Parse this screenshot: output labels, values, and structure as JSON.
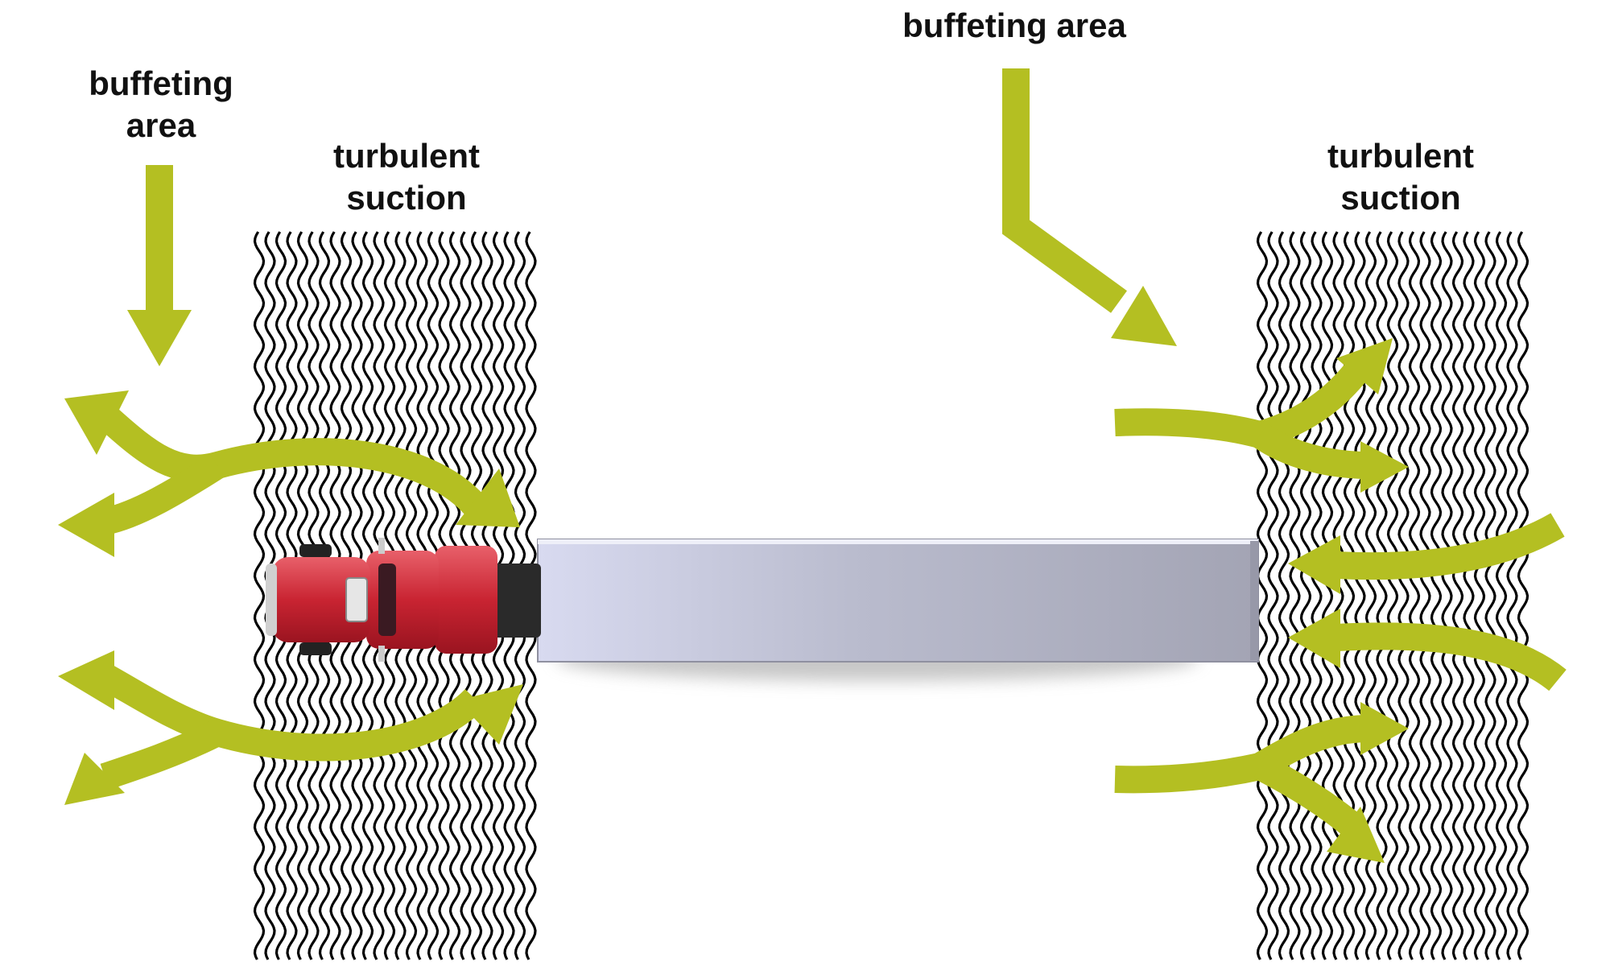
{
  "labels": {
    "left_buffeting": [
      "buffeting",
      "area"
    ],
    "left_turbulent": [
      "turbulent",
      "suction"
    ],
    "right_buffeting": [
      "buffeting area"
    ],
    "right_turbulent": [
      "turbulent",
      "suction"
    ]
  },
  "colors": {
    "arrow": "#b4bf22",
    "wave": "#000000",
    "trailer_light": "#d6d8ec",
    "trailer_dark": "#a8a9b8",
    "cab_red": "#d8303c"
  }
}
